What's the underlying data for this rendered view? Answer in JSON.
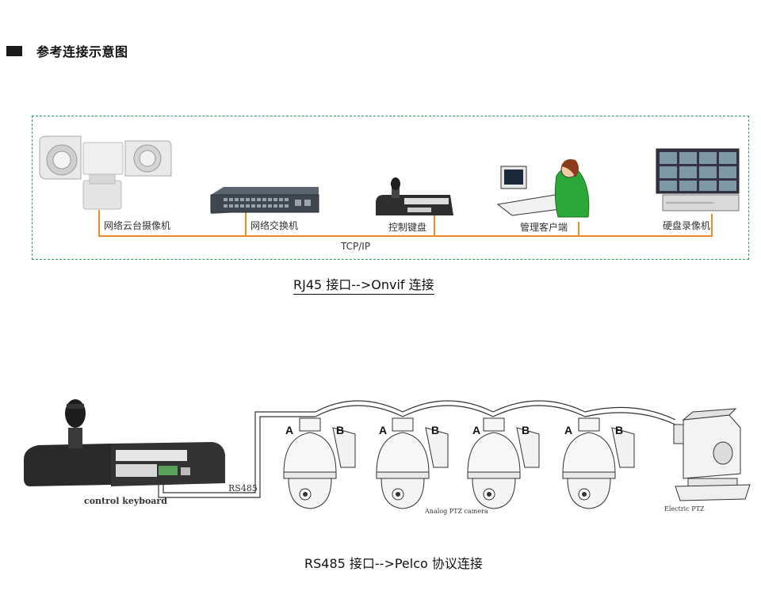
{
  "header": {
    "title": "参考连接示意图"
  },
  "network": {
    "devices": [
      {
        "label": "网络云台摄像机",
        "icon": "ptz-camera-icon"
      },
      {
        "label": "网络交换机",
        "icon": "network-switch-icon"
      },
      {
        "label": "控制键盘",
        "icon": "control-keyboard-icon"
      },
      {
        "label": "管理客户端",
        "icon": "operator-workstation-icon"
      },
      {
        "label": "硬盘录像机",
        "icon": "nvr-monitor-wall-icon"
      }
    ],
    "bus_label": "TCP/IP",
    "caption": "RJ45 接口-->Onvif 连接",
    "line_color": "#f08a24",
    "border_color": "#2e9a5a"
  },
  "serial": {
    "keyboard_label": "control keyboard",
    "cable_label": "RS485",
    "terminal_a": "A",
    "terminal_b": "B",
    "camera_count": 4,
    "camera_label": "Analog PTZ camera",
    "ptz_label": "Electric PTZ",
    "caption": "RS485 接口-->Pelco 协议连接"
  }
}
